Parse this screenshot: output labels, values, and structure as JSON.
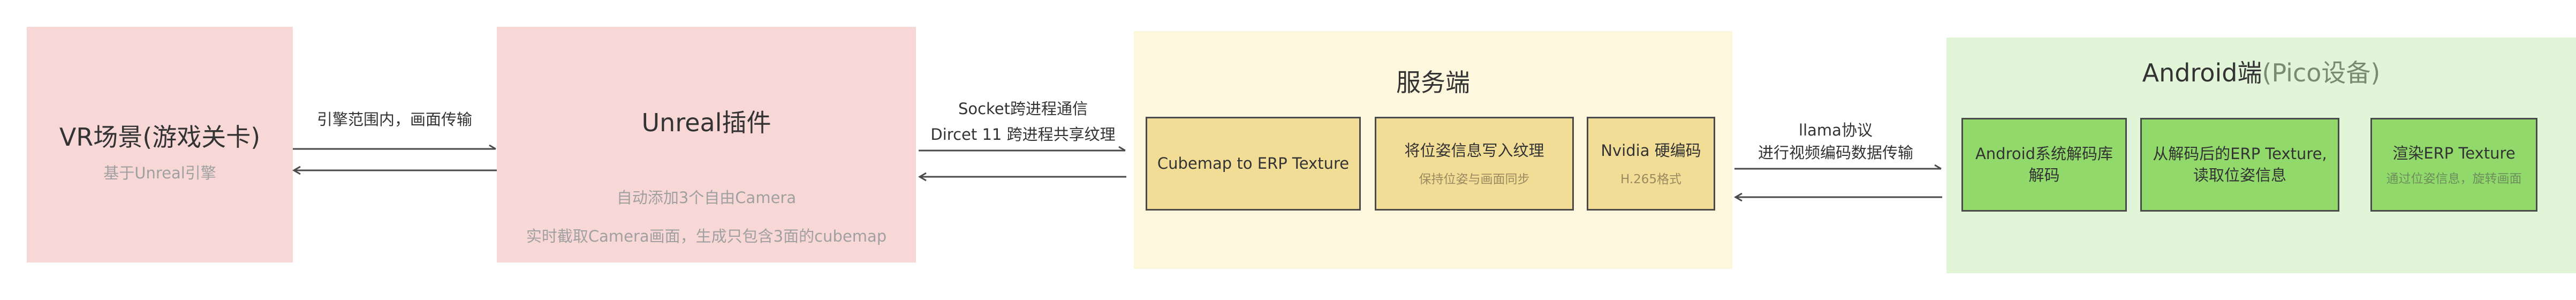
{
  "vr_block": {
    "title": "VR场景(游戏关卡)",
    "subtitle": "基于Unreal引擎"
  },
  "arrow_vr_unreal": {
    "label": "引擎范围内，画面传输"
  },
  "unreal_block": {
    "title": "Unreal插件",
    "line1": "自动添加3个自由Camera",
    "line2": "实时截取Camera画面，生成只包含3面的cubemap"
  },
  "arrow_unreal_server": {
    "label1": "Socket跨进程通信",
    "label2": "Dircet 11 跨进程共享纹理"
  },
  "server_panel": {
    "title": "服务端",
    "box1": {
      "title": "Cubemap to ERP Texture"
    },
    "box2": {
      "title": "将位姿信息写入纹理",
      "subtitle": "保持位姿与画面同步"
    },
    "box3": {
      "title": "Nvidia 硬编码",
      "subtitle": "H.265格式"
    }
  },
  "arrow_server_android": {
    "label1": "llama协议",
    "label2": "进行视频编码数据传输"
  },
  "android_panel": {
    "title_main": "Android端",
    "title_paren": "(Pico设备)",
    "box1": {
      "line1": "Android系统解码库",
      "line2": "解码"
    },
    "box2": {
      "line1": "从解码后的ERP Texture,",
      "line2": "读取位姿信息"
    },
    "box3": {
      "title": "渲染ERP Texture",
      "subtitle": "通过位姿信息，旋转画面"
    }
  },
  "colors": {
    "pink": "#f8d8d7",
    "yellow_panel": "#fdf7dd",
    "yellow_box": "#f2dd97",
    "green_panel": "#e3f5d9",
    "green_box": "#90d96a",
    "arrow": "#4a4a4a"
  }
}
